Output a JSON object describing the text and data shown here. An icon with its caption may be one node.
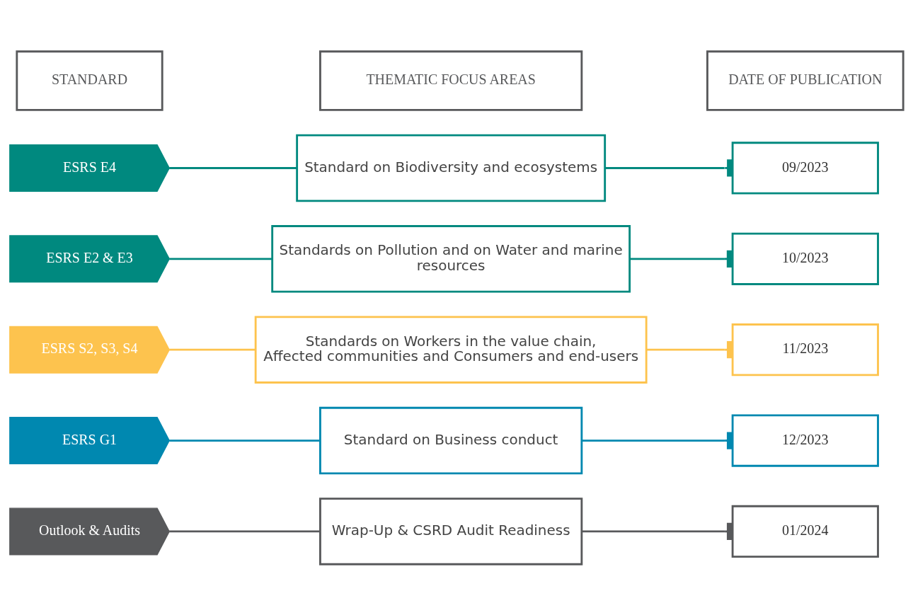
{
  "diagram": {
    "nodes": [
      {
        "text": [
          "STANDARD"
        ]
      },
      {
        "text": [
          "THEMATIC FOCUS AREAS"
        ]
      },
      {
        "text": [
          "DATE OF PUBLICATION"
        ]
      },
      {
        "text": [
          "ESRS E4"
        ]
      },
      {
        "text": [
          "Standard on Biodiversity and ecosystems"
        ]
      },
      {
        "text": [
          "09/2023"
        ]
      },
      {
        "text": [
          "ESRS E2 & E3"
        ]
      },
      {
        "text": [
          "Standards on Pollution and on Water and marine resources"
        ]
      },
      {
        "text": [
          "10/2023"
        ]
      },
      {
        "text": [
          "ESRS S2, S3, S4"
        ]
      },
      {
        "text": [
          "Standards on Workers in the value chain, Affected communities and Consumers and end-users"
        ]
      },
      {
        "text": [
          "11/2023"
        ]
      },
      {
        "text": [
          "ESRS G1"
        ]
      },
      {
        "text": [
          "Standard on Business conduct"
        ]
      },
      {
        "text": [
          "12/2023"
        ]
      },
      {
        "text": [
          "Outlook & Audits"
        ]
      },
      {
        "text": [
          "Wrap-Up & CSRD Audit Readiness"
        ]
      },
      {
        "text": [
          "01/2024"
        ]
      }
    ],
    "edges": [
      {
        "from": 3,
        "to": 4,
        "arrow": "none"
      },
      {
        "from": 4,
        "to": 5,
        "arrow": "other"
      },
      {
        "from": 6,
        "to": 7,
        "arrow": "none"
      },
      {
        "from": 7,
        "to": 8,
        "arrow": "other"
      },
      {
        "from": 9,
        "to": 10,
        "arrow": "none",
        "color": "#fdc34e"
      },
      {
        "from": 10,
        "to": 11,
        "arrow": "other",
        "color": "#fdc34e"
      },
      {
        "from": 12,
        "to": 13,
        "arrow": "none",
        "color": "#0088b0"
      },
      {
        "from": 13,
        "to": 14,
        "arrow": "other",
        "color": "#0088b0"
      },
      {
        "from": 15,
        "to": 16,
        "arrow": "none",
        "color": "#58595b"
      },
      {
        "from": 16,
        "to": 17,
        "arrow": "other",
        "color": "#58595b"
      }
    ]
  }
}
